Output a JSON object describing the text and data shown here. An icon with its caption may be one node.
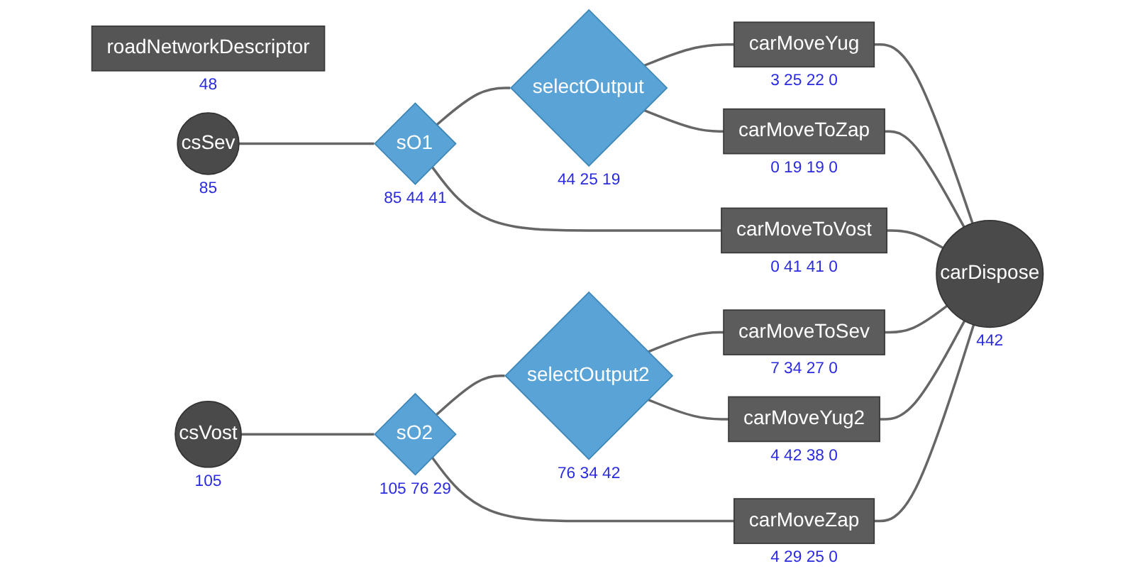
{
  "diagram": {
    "nodes": [
      {
        "text": [
          "roadNetworkDescriptor"
        ],
        "beside": [
          "48"
        ]
      },
      {
        "text": [
          "csSev"
        ],
        "beside": [
          "85"
        ]
      },
      {
        "text": [
          "sO1"
        ],
        "beside": [
          "85",
          "44",
          "41"
        ]
      },
      {
        "text": [
          "selectOutput"
        ],
        "beside": [
          "44",
          "25",
          "19"
        ]
      },
      {
        "text": [
          "carMoveYug"
        ],
        "beside": [
          "3",
          "25",
          "22",
          "0"
        ]
      },
      {
        "text": [
          "carMoveToZap"
        ],
        "beside": [
          "0",
          "19",
          "19",
          "0"
        ]
      },
      {
        "text": [
          "carMoveToVost"
        ],
        "beside": [
          "0",
          "41",
          "41",
          "0"
        ]
      },
      {
        "text": [
          "carDispose"
        ],
        "beside": [
          "442"
        ]
      },
      {
        "text": [
          "csVost"
        ],
        "beside": [
          "105"
        ]
      },
      {
        "text": [
          "sO2"
        ],
        "beside": [
          "105",
          "76",
          "29"
        ]
      },
      {
        "text": [
          "selectOutput2"
        ],
        "beside": [
          "76",
          "34",
          "42"
        ]
      },
      {
        "text": [
          "carMoveToSev"
        ],
        "beside": [
          "7",
          "34",
          "27",
          "0"
        ]
      },
      {
        "text": [
          "carMoveYug2"
        ],
        "beside": [
          "4",
          "42",
          "38",
          "0"
        ]
      },
      {
        "text": [
          "carMoveZap"
        ],
        "beside": [
          "4",
          "29",
          "25",
          "0"
        ]
      }
    ],
    "edges": [
      {
        "from": 1,
        "to": 2,
        "arrow": "none"
      },
      {
        "from": 2,
        "to": 3,
        "arrow": "none"
      },
      {
        "from": 3,
        "to": 4,
        "arrow": "none"
      },
      {
        "from": 3,
        "to": 5,
        "arrow": "none"
      },
      {
        "from": 2,
        "to": 6,
        "arrow": "none"
      },
      {
        "from": 4,
        "to": 7,
        "arrow": "none"
      },
      {
        "from": 5,
        "to": 7,
        "arrow": "none"
      },
      {
        "from": 6,
        "to": 7,
        "arrow": "none"
      },
      {
        "from": 8,
        "to": 9,
        "arrow": "none"
      },
      {
        "from": 9,
        "to": 10,
        "arrow": "none"
      },
      {
        "from": 10,
        "to": 11,
        "arrow": "none"
      },
      {
        "from": 10,
        "to": 12,
        "arrow": "none"
      },
      {
        "from": 9,
        "to": 13,
        "arrow": "none"
      },
      {
        "from": 11,
        "to": 7,
        "arrow": "none"
      },
      {
        "from": 12,
        "to": 7,
        "arrow": "none"
      },
      {
        "from": 13,
        "to": 7,
        "arrow": "none"
      }
    ]
  }
}
